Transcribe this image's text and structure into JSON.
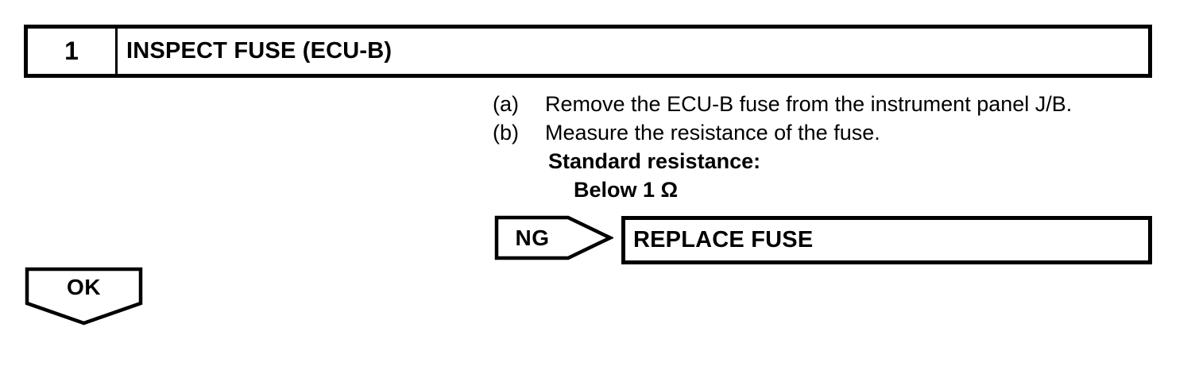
{
  "page": {
    "background": "#ffffff",
    "ink": "#000000"
  },
  "step": {
    "number": "1",
    "title": "INSPECT FUSE (ECU-B)"
  },
  "instructions": [
    {
      "marker": "(a)",
      "text": "Remove the ECU-B fuse from the instrument panel J/B."
    },
    {
      "marker": "(b)",
      "text": "Measure the resistance of the fuse."
    }
  ],
  "spec": {
    "label": "Standard resistance:",
    "value": "Below 1 Ω"
  },
  "ng_branch": {
    "label": "NG",
    "action": "REPLACE FUSE"
  },
  "ok_branch": {
    "label": "OK"
  }
}
